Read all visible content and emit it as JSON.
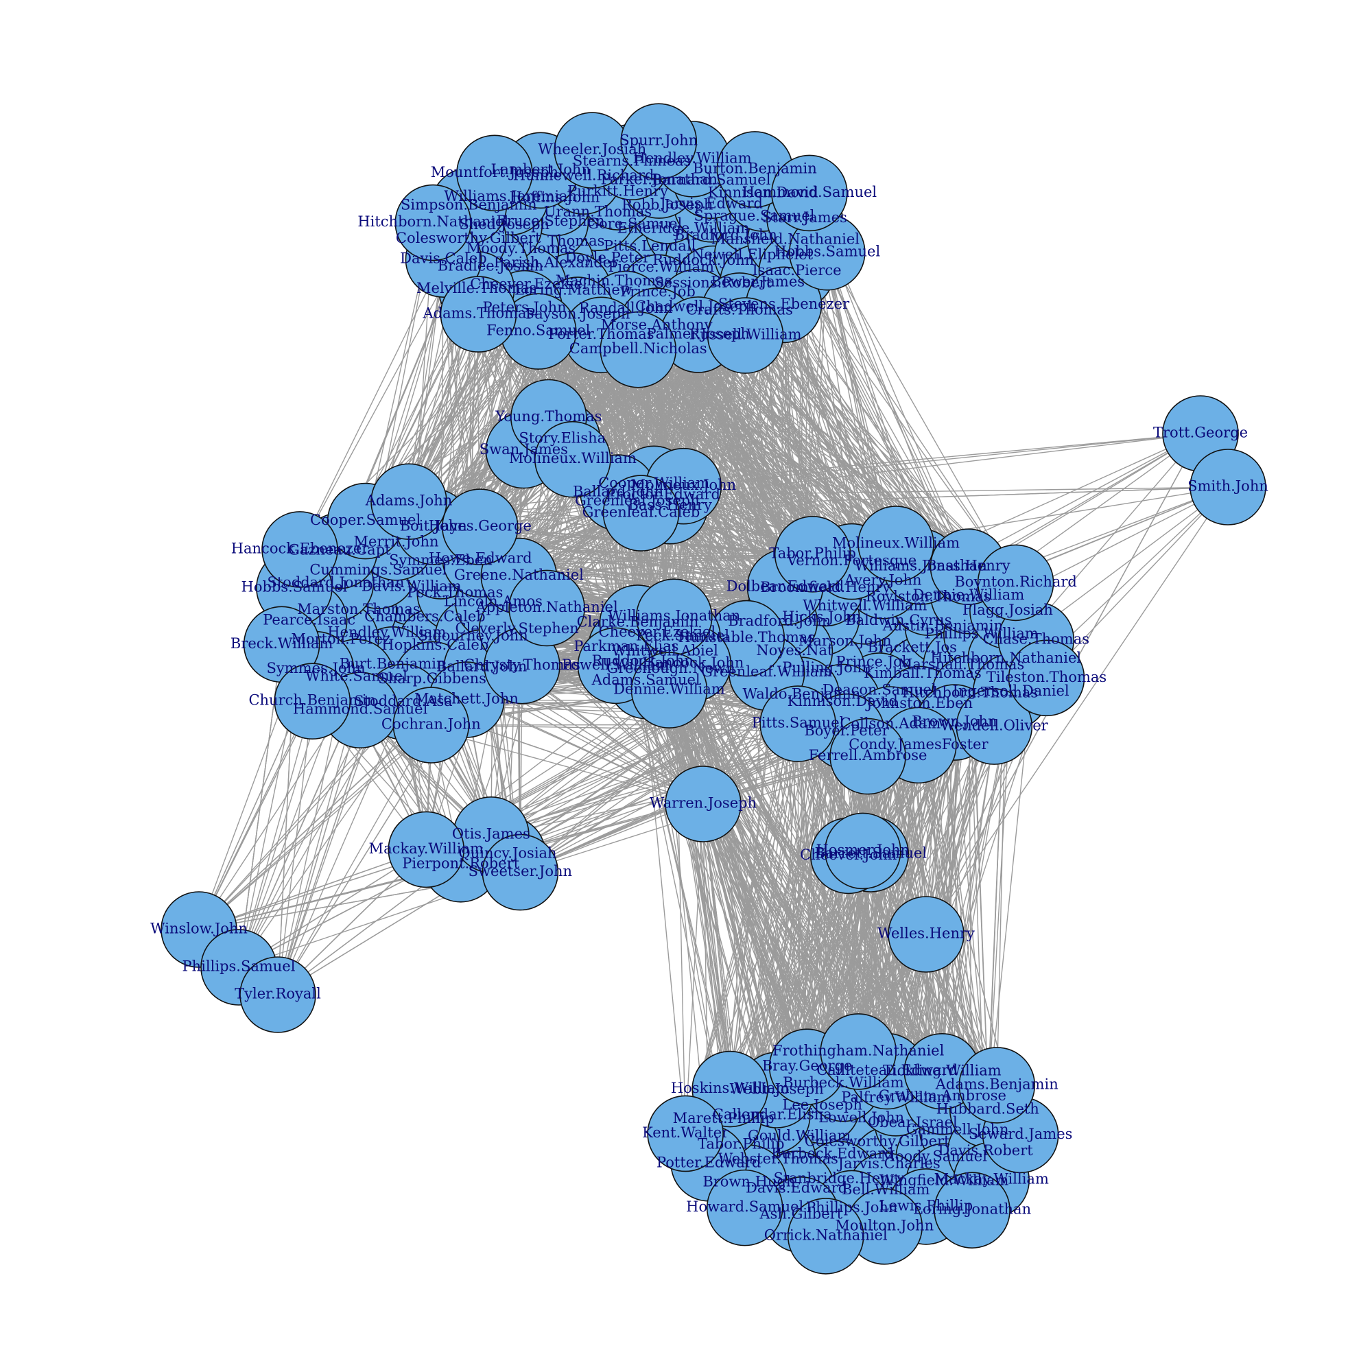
{
  "colors": {
    "node_fill": "#6cb0e6",
    "node_stroke": "#111111",
    "edge": "#9b9b9b",
    "label": "#0a0a7a",
    "background": "#ffffff"
  },
  "clusters": [
    {
      "id": "cluster-top",
      "labels": [
        "Pitts.Lendall",
        "Doyle.Peter",
        "Gore.Samuel",
        "Pierce.William",
        "Thomas",
        "Etheridge.William",
        "Machin.Thomas",
        "Urann.Thomas",
        "Ruddock.John",
        "Parish.Alexander",
        "Robb.Joseph",
        "Prince.Job",
        "Bruce.Stephen",
        "Bradford.John",
        "Loring.Matthew",
        "Purkitt.Henry",
        "Sessions.Robert",
        "Moody.Thomas",
        "Jarvis.Edward",
        "Randall.John",
        "Hoffins.John",
        "Newell.Eliphelet",
        "Cheever.Ezekiel",
        "Parker.Jonathan",
        "Chadwell.Joseph",
        "Shed.Joseph",
        "Sprague.Samuel",
        "Payson.Joseph",
        "Hunnewell.Richard",
        "Bewer.James",
        "Bradlee.Josiah",
        "Barnard.Samuel",
        "Morse.Anthony",
        "Williams.Jeremiah",
        "Mansfield.Nathaniel",
        "Peters.John",
        "Stearns.Phineas",
        "Crafts.Thomas",
        "Colesworthy.Gilbert",
        "Kinnison.David",
        "Porter.Thomas",
        "Lambert.John",
        "Isaac.Pierce",
        "Melville.Thomas",
        "Hendley.William",
        "Palmer.Joseph",
        "Simpson.Benjamin",
        "Starr.James",
        "Fenno.Samuel",
        "Wheeler.Josiah",
        "Stevens.Ebenezer",
        "Davis.Caleb",
        "Burton.Benjamin",
        "Campbell.Nicholas",
        "Mountfort.Joseph",
        "Hobbs.Samuel",
        "Adams.Thomas",
        "Spurr.John",
        "Russell.William",
        "Hitchborn.Nathaniel",
        "Hammond.Samuel"
      ]
    },
    {
      "id": "cluster-left",
      "labels": [
        "Chambers.Caleb",
        "Hendley.William",
        "Davis.William",
        "Hopkins.Caleb",
        "Marston.Thomas",
        "Peck.Thomas",
        "Burt.Benjamin",
        "Cummings.Samuel",
        "Sigourney.John",
        "Morton.Perez",
        "Symmes.Eben",
        "Sharp.Gibbens",
        "Stoddard.Jonathan",
        "Lincoln.Amos",
        "White.Samuel",
        "Merrit.John",
        "Ballard.John",
        "Pearce.Isaac",
        "Howe.Edward",
        "Stoddard.Asa",
        "Gazneau.Capt",
        "Cleverly.Stephen",
        "Symmes.John",
        "Boit.John",
        "Matchett.John",
        "Hobbs.Samuel",
        "Greene.Nathaniel",
        "Hammond.Samuel",
        "Cooper.Samuel",
        "Chrysty.Thomas",
        "Breck.William",
        "Hayes.George",
        "Cochran.John",
        "Hancock.Ebenezer",
        "Appleton.Nathaniel",
        "Church.Benjamin",
        "Adams.John"
      ]
    },
    {
      "id": "cluster-right",
      "labels": [
        "Brackett.Jos",
        "Prince.Job",
        "Baldwin.Cyrus",
        "Kimball.Thomas",
        "Marson.John",
        "Austin.Benjamin",
        "Deacon.Samuel",
        "Whitwell.William",
        "Marshall.Thomas",
        "Pulling.John",
        "Roylston.Thomas",
        "Johnston.Eben",
        "Hicks.John",
        "Phillips.William",
        "Kinnison.David",
        "Avery.John",
        "Hitchborn.Thomas",
        "Noyes.Nat",
        "Dennie.William",
        "Collson.Adam",
        "Broomfield.Henry",
        "Hitchborn.Nathaniel",
        "Waldo.Benjamin",
        "Williams.Jonathan",
        "Brown.John",
        "Bradford.John",
        "Flagg.Josiah",
        "Boyer.Peter",
        "Vernon.Fortesque",
        "Ingersoll.Daniel",
        "Greenleaf.William",
        "Bass.Henry",
        "Condy.JamesFoster",
        "Dolbear.Edward",
        "Chase.Thomas",
        "Pitts.Samuel",
        "Molineux.William",
        "Wendell.Oliver",
        "Hunstable.Thomas",
        "Boynton.Richard",
        "Ferrell.Ambrose",
        "Tabor.Philip",
        "Tileston.Thomas"
      ]
    },
    {
      "id": "cluster-bottom",
      "labels": [
        "Colesworthy.Gilbert",
        "Burbeck.Edward",
        "Lowell.John",
        "Jarvis.Charles",
        "Gould.William",
        "Obear.Israel",
        "Stanbridge.Henry",
        "Lee.Joseph",
        "Moody.Samuel",
        "Webster.Thomas",
        "Palfrey.William",
        "Bell.William",
        "Callendar.Elisha",
        "Gammell.John",
        "Davis.Edward",
        "Burbeck.William",
        "Wingfield.William",
        "Tabor.Philip",
        "Graham.Ambrose",
        "Phillips.John",
        "Webb.Joseph",
        "Davis.Robert",
        "Brown.Hugh",
        "Caillteteau.Edward",
        "Lewis.Phillip",
        "Marett.Phillip",
        "Hubbard.Seth",
        "Ash.Gilbert",
        "Bray.George",
        "Mackay.William",
        "Potter.Edward",
        "Tickling.William",
        "Moulton.John",
        "Hoskins.William",
        "Seward.James",
        "Howard.Samuel",
        "Frothingham.Nathaniel",
        "Loring.Jonathan",
        "Kent.Walter",
        "Adams.Benjamin",
        "Orrick.Nathaniel"
      ]
    },
    {
      "id": "cluster-center-top",
      "labels": [
        "Proctor.Edward",
        "Greenleaf.Joseph",
        "Cooper.William",
        "Bass.Henry",
        "Ballard.John",
        "Molineux.John",
        "Greenleaf.Caleb"
      ]
    },
    {
      "id": "cluster-center",
      "labels": [
        "Whitwell.Abiel",
        "Ruddock.John",
        "Cheever.Ezekiel",
        "Greenough.Newn",
        "Parkman.Elias",
        "Peck.Samuel",
        "Adams.Samuel",
        "Clarke.Benjamin",
        "Hancock.John",
        "Powell.William",
        "Williams.Jonathan",
        "Dennie.William"
      ]
    },
    {
      "id": "cluster-story",
      "labels": [
        "Story.Elisha",
        "Swan.James",
        "Young.Thomas",
        "Molineux.William"
      ]
    },
    {
      "id": "cluster-quincy",
      "labels": [
        "Quincy.Josiah",
        "Pierpont.Robert",
        "Otis.James",
        "Sweetser.John",
        "Mackay.William"
      ]
    },
    {
      "id": "cluster-barrett",
      "labels": [
        "Barrett.Samuel",
        "Cheever.John",
        "Hosmer.John"
      ]
    },
    {
      "id": "cluster-winslow",
      "labels": [
        "Winslow.John",
        "Phillips.Samuel",
        "Tyler.Royall"
      ]
    },
    {
      "id": "cluster-trott",
      "labels": [
        "Trott.George",
        "Smith.John"
      ]
    },
    {
      "id": "single-warren",
      "labels": [
        "Warren.Joseph"
      ]
    },
    {
      "id": "single-welles",
      "labels": [
        "Welles.Henry"
      ]
    }
  ]
}
